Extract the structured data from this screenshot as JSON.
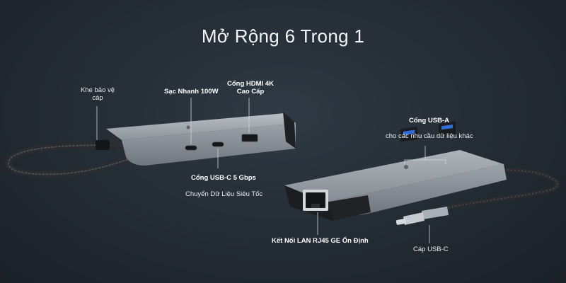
{
  "page": {
    "title": "Mở Rộng 6 Trong 1"
  },
  "callouts": {
    "cable_guard": "Khe bảo vệ cáp",
    "fast_charge": "Sạc Nhanh 100W",
    "hdmi_port": "Cổng HDMI 4K Cao Cấp",
    "usbc_port": "Cổng USB-C 5 Gbps",
    "usbc_desc": "Chuyển Dữ Liệu Siêu Tốc",
    "usba_port": "Cổng USB-A",
    "usba_desc": "cho các nhu cầu dữ liệu khác",
    "lan_port": "Kết Nối LAN RJ45 GE Ổn Định",
    "usbc_cable": "Cáp USB-C"
  },
  "colors": {
    "background": "#232b33",
    "hub_body": "#9aa1a8",
    "hub_dark": "#1a1c1f",
    "leader_line": "#cfd5da"
  }
}
